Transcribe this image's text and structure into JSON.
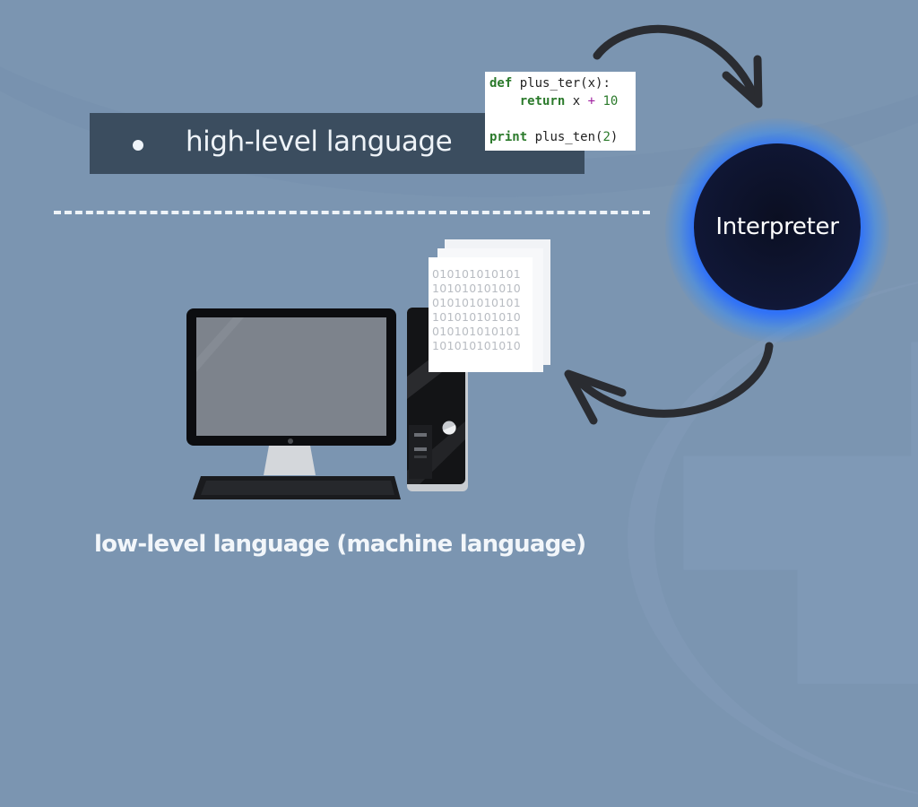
{
  "high_level": {
    "bullet": "•",
    "label": "high-level language"
  },
  "code_snippet": {
    "lines": [
      {
        "kw": "def",
        "rest": " plus_ter(x):"
      },
      {
        "indent": "    ",
        "kw": "return",
        "rest": " x ",
        "op": "+",
        "num": " 10"
      },
      {
        "blank": ""
      },
      {
        "kw": "print",
        "rest": " plus_ten",
        "paren_open": "(",
        "num": "2",
        "paren_close": ")"
      }
    ]
  },
  "interpreter": {
    "label": "Interpreter",
    "glow_color": "#2f6cf5",
    "core_color": "#0d1230"
  },
  "binary_document": {
    "lines": [
      "010101010101",
      "101010101010",
      "010101010101",
      "101010101010",
      "010101010101",
      "101010101010"
    ]
  },
  "low_level": {
    "label": "low-level language (machine language)"
  },
  "colors": {
    "background": "#7b95b1",
    "banner": "#3b4d5f",
    "arrow": "#2a2c31",
    "text_light": "#eef3f8"
  }
}
